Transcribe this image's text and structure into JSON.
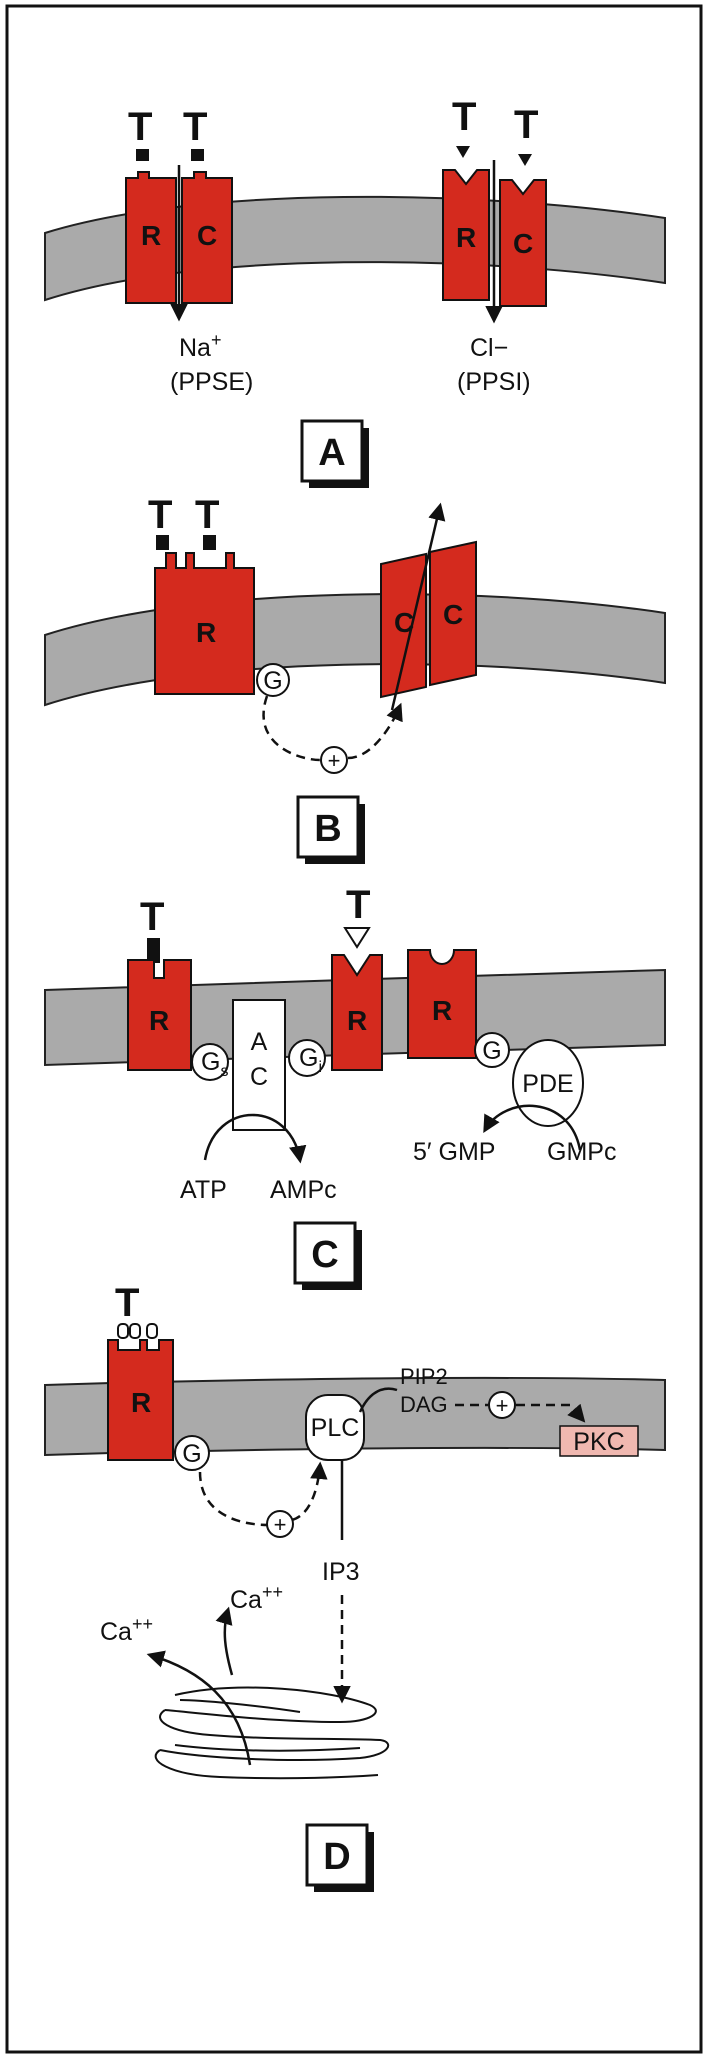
{
  "panels": {
    "a": {
      "letter": "A",
      "left_pair": {
        "transmitter": "T",
        "receptor": "R",
        "channel": "C",
        "ion": "Na",
        "ion_sign": "+",
        "potential": "(PPSE)"
      },
      "right_pair": {
        "transmitter": "T",
        "receptor": "R",
        "channel": "C",
        "ion": "Cl−",
        "potential": "(PPSI)"
      }
    },
    "b": {
      "letter": "B",
      "transmitter": "T",
      "receptor": "R",
      "g_protein": "G",
      "channel": "C",
      "plus": "+"
    },
    "c": {
      "letter": "C",
      "transmitter": "T",
      "receptor": "R",
      "gs": "G",
      "gs_sub": "s",
      "gi": "G",
      "gi_sub": "i",
      "ac_top": "A",
      "ac_bottom": "C",
      "g_protein": "G",
      "pde": "PDE",
      "atp": "ATP",
      "ampc": "AMPc",
      "gmp5": "5′ GMP",
      "gmpc": "GMPc"
    },
    "d": {
      "letter": "D",
      "transmitter": "T",
      "receptor": "R",
      "g_protein": "G",
      "plc": "PLC",
      "pip2": "PIP2",
      "dag": "DAG",
      "pkc": "PKC",
      "ip3": "IP3",
      "ca1": "Ca",
      "ca2": "Ca",
      "ca_sup": "++",
      "plus": "+"
    }
  },
  "colors": {
    "receptor_red": "#d42a1e",
    "membrane_gray": "#aaaaaa",
    "pkc_pink": "#f0b8b0",
    "ink": "#111111"
  }
}
